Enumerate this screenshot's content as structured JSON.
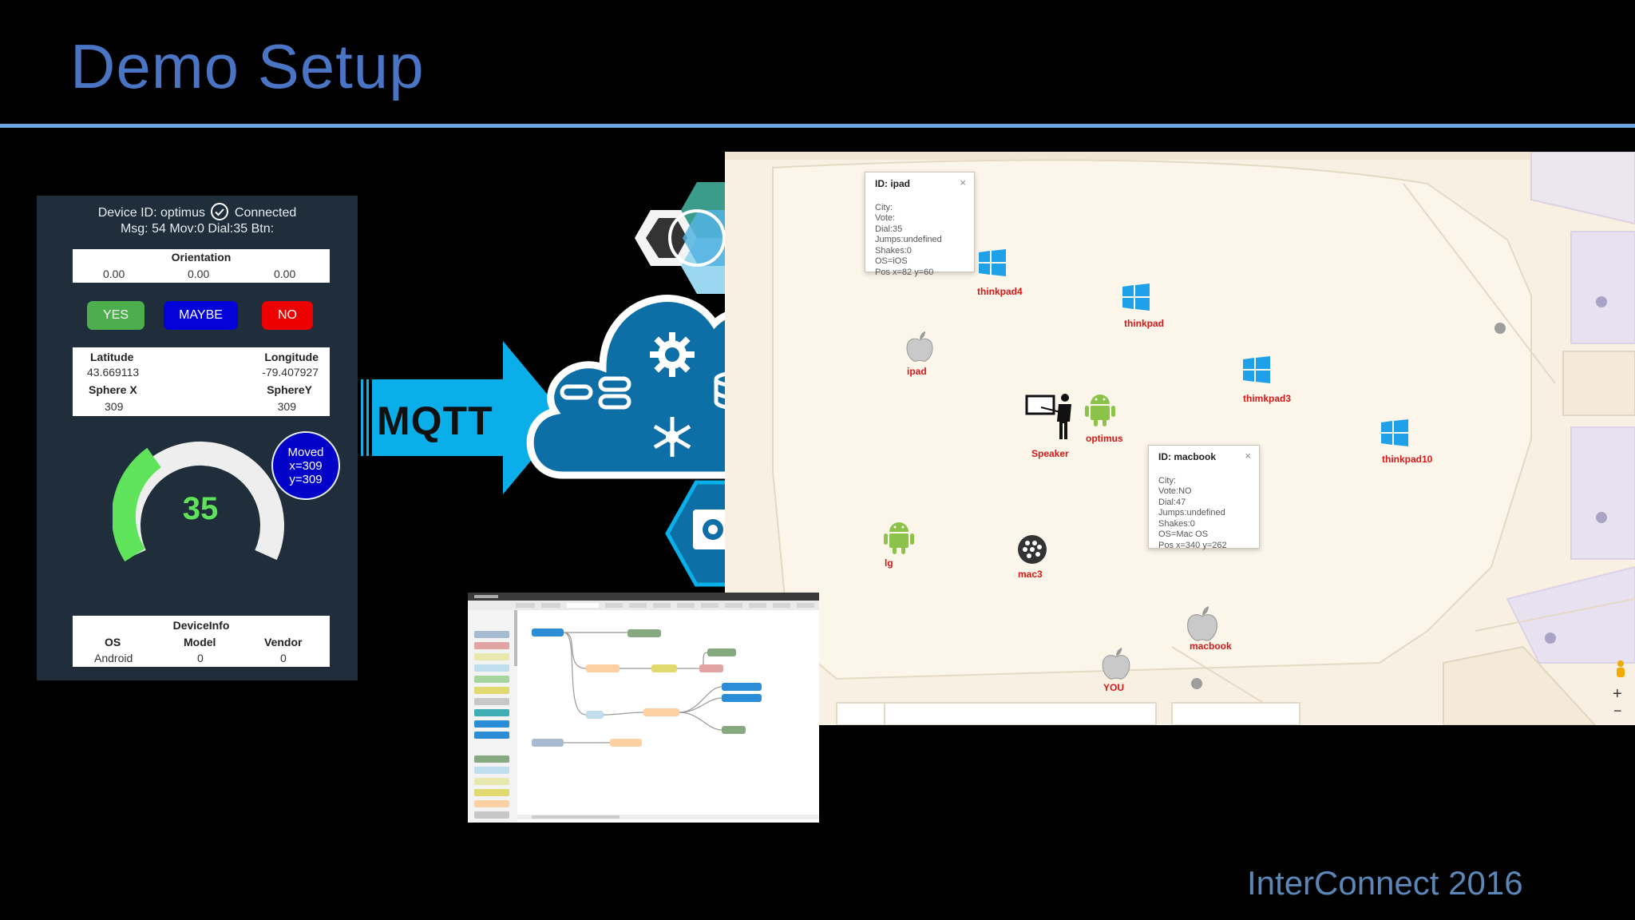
{
  "slide": {
    "title": "Demo Setup",
    "footer": "InterConnect 2016"
  },
  "phone": {
    "device_line": "Device ID: optimus",
    "connected": "Connected",
    "msg_line": "Msg: 54 Mov:0 Dial:35 Btn:",
    "orientation": {
      "header": "Orientation",
      "values": [
        "0.00",
        "0.00",
        "0.00"
      ]
    },
    "buttons": {
      "yes": "YES",
      "maybe": "MAYBE",
      "no": "NO"
    },
    "location": {
      "lat_label": "Latitude",
      "lat_value": "43.669113",
      "lon_label": "Longitude",
      "lon_value": "-79.407927",
      "sx_label": "Sphere X",
      "sx_value": "309",
      "sy_label": "SphereY",
      "sy_value": "309"
    },
    "dial": {
      "value": "35",
      "level": 0.35
    },
    "moved": {
      "l1": "Moved",
      "l2": "x=309",
      "l3": "y=309"
    },
    "deviceinfo": {
      "header": "DeviceInfo",
      "os_label": "OS",
      "os_value": "Android",
      "model_label": "Model",
      "model_value": "0",
      "vendor_label": "Vendor",
      "vendor_value": "0"
    }
  },
  "mqtt": {
    "label": "MQTT"
  },
  "map": {
    "devices": {
      "thinkpad4": "thinkpad4",
      "thinkpad": "thinkpad",
      "thimkpad3": "thimkpad3",
      "thinkpad10": "thinkpad10",
      "ipad": "ipad",
      "optimus": "optimus",
      "speaker": "Speaker",
      "lg": "lg",
      "mac3": "mac3",
      "macbook": "macbook",
      "you": "YOU"
    },
    "popup_ipad": {
      "title": "ID: ipad",
      "lines": [
        "City:",
        "Vote:",
        "Dial:35",
        "Jumps:undefined",
        "Shakes:0",
        "OS=iOS",
        "Pos x=82 y=60"
      ]
    },
    "popup_macbook": {
      "title": "ID: macbook",
      "lines": [
        "City:",
        "Vote:NO",
        "Dial:47",
        "Jumps:undefined",
        "Shakes:0",
        "OS=Mac OS",
        "Pos x=340 y=262"
      ]
    },
    "zoom_in": "+",
    "zoom_out": "−",
    "close": "×"
  },
  "colors": {
    "accent": "#4a74c4",
    "yes": "#4cae4c",
    "maybe": "#0202d9",
    "no": "#ee0000",
    "cloud": "#0e6fa6",
    "arrow": "#0aaee8"
  }
}
